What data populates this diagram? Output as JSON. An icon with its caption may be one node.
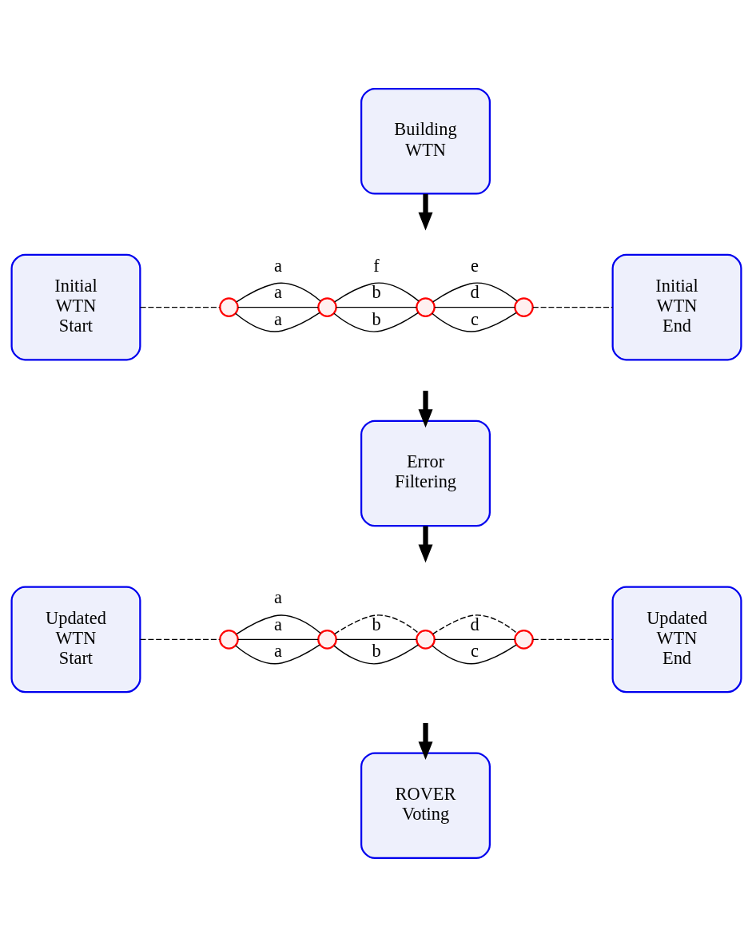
{
  "diagram": {
    "nodes": [
      {
        "text": [
          "Building WTN"
        ]
      },
      {
        "text": [
          "Initial WTN Start"
        ]
      },
      {
        "text": [],
        "shape": "circle"
      },
      {
        "text": [],
        "shape": "circle"
      },
      {
        "text": [],
        "shape": "circle"
      },
      {
        "text": [],
        "shape": "circle"
      },
      {
        "text": [
          "Initial WTN End"
        ]
      },
      {
        "text": [
          "Error Filtering"
        ]
      },
      {
        "text": [
          "Updated WTN Start"
        ]
      },
      {
        "text": [],
        "shape": "circle"
      },
      {
        "text": [],
        "shape": "circle"
      },
      {
        "text": [],
        "shape": "circle"
      },
      {
        "text": [],
        "shape": "circle"
      },
      {
        "text": [
          "Updated WTN End"
        ]
      },
      {
        "text": [
          "ROVER Voting"
        ]
      }
    ],
    "edges": [
      {
        "from": 0,
        "to": null,
        "arrow": "to",
        "style": "thick"
      },
      {
        "from": null,
        "to": 7,
        "arrow": "to",
        "style": "thick"
      },
      {
        "from": 1,
        "to": 2,
        "arrow": "none",
        "style": "dashed"
      },
      {
        "from": 2,
        "to": 3,
        "arrow": "none",
        "label": "a"
      },
      {
        "from": 2,
        "to": 3,
        "arrow": "none",
        "label": "a"
      },
      {
        "from": 2,
        "to": 3,
        "arrow": "none",
        "label": "a"
      },
      {
        "from": 3,
        "to": 4,
        "arrow": "none",
        "label": "b"
      },
      {
        "from": 3,
        "to": 4,
        "arrow": "none",
        "label": "f"
      },
      {
        "from": 3,
        "to": 4,
        "arrow": "none",
        "label": "b"
      },
      {
        "from": 4,
        "to": 5,
        "arrow": "none",
        "label": "c"
      },
      {
        "from": 4,
        "to": 5,
        "arrow": "none",
        "label": "d"
      },
      {
        "from": 4,
        "to": 5,
        "arrow": "none",
        "label": "e"
      },
      {
        "from": 5,
        "to": 6,
        "arrow": "none",
        "style": "dashed"
      },
      {
        "from": 7,
        "to": null,
        "arrow": "to",
        "style": "thick"
      },
      {
        "from": 8,
        "to": 9,
        "arrow": "none",
        "style": "dashed"
      },
      {
        "from": 9,
        "to": 10,
        "arrow": "none",
        "label": "a"
      },
      {
        "from": 9,
        "to": 10,
        "arrow": "none",
        "label": "a"
      },
      {
        "from": 9,
        "to": 10,
        "arrow": "none",
        "label": "a"
      },
      {
        "from": 10,
        "to": 11,
        "arrow": "none",
        "label": "b"
      },
      {
        "from": 10,
        "to": 11,
        "arrow": "none",
        "style": "dashed"
      },
      {
        "from": 10,
        "to": 11,
        "arrow": "none",
        "label": "b"
      },
      {
        "from": 11,
        "to": 12,
        "arrow": "none",
        "label": "c"
      },
      {
        "from": 11,
        "to": 12,
        "arrow": "none",
        "label": "d"
      },
      {
        "from": 11,
        "to": 12,
        "arrow": "none",
        "style": "dashed"
      },
      {
        "from": 12,
        "to": 13,
        "arrow": "none",
        "style": "dashed"
      },
      {
        "from": null,
        "to": 14,
        "arrow": "to",
        "style": "thick"
      }
    ]
  }
}
